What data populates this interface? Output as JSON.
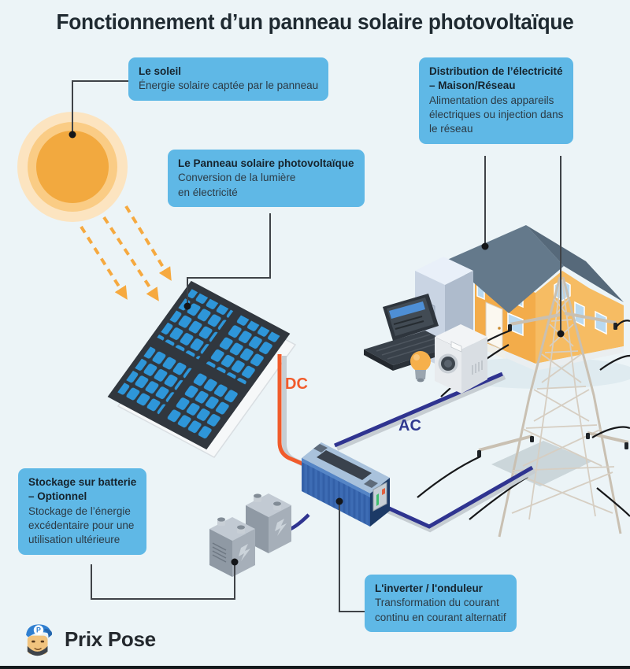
{
  "title": "Fonctionnement d’un panneau solaire photovoltaïque",
  "callouts": {
    "sun": {
      "title_lines": [
        "Le soleil"
      ],
      "body_lines": [
        "Énergie solaire captée par le panneau"
      ]
    },
    "panel": {
      "title_lines": [
        "Le Panneau solaire photovoltaïque"
      ],
      "body_lines": [
        "Conversion de la lumière",
        "en électricité"
      ]
    },
    "distribution": {
      "title_lines": [
        "Distribution de l’électricité",
        "– Maison/Réseau"
      ],
      "body_lines": [
        "Alimentation des appareils",
        "électriques ou injection dans",
        "le réseau"
      ]
    },
    "battery": {
      "title_lines": [
        "Stockage sur batterie",
        "– Optionnel"
      ],
      "body_lines": [
        "Stockage de l’énergie",
        "excédentaire pour une",
        "utilisation ultérieure"
      ]
    },
    "inverter": {
      "title_lines": [
        "L'inverter / l'onduleur"
      ],
      "body_lines": [
        "Transformation du courant",
        "continu en courant alternatif"
      ]
    }
  },
  "labels": {
    "dc": "DC",
    "ac": "AC"
  },
  "logo": {
    "brand": "Prix Pose",
    "badge": "P"
  },
  "colors": {
    "background": "#ECF4F7",
    "callout_blue": "#5FB8E6",
    "dc_orange": "#F15B2B",
    "ac_navy": "#2F3990",
    "sun_orange": "#F2A93F",
    "panel_cell_blue": "#2E96D9"
  }
}
